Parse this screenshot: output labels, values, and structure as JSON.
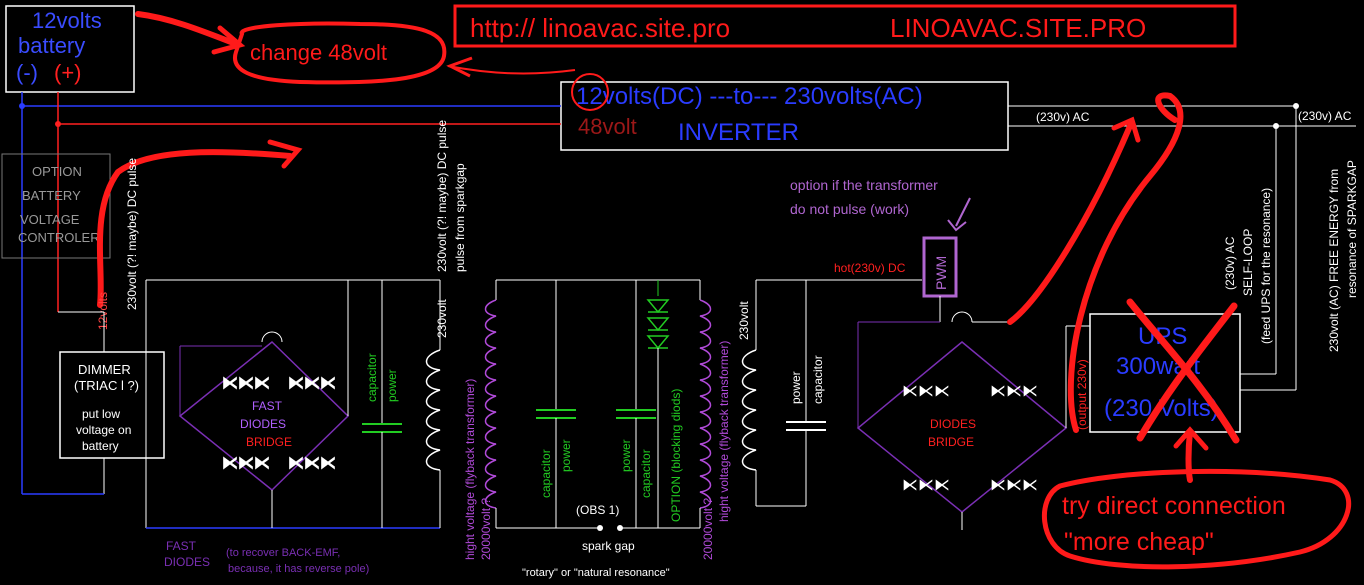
{
  "colors": {
    "background": "#000000",
    "wire": "#ffffff",
    "blue_wire": "#2a3cff",
    "red_wire": "#ff2020",
    "purple_wire": "#7a2fb4",
    "annotation_red": "#ff1a1a",
    "capacitor_green": "#22cc22",
    "coil_purple": "#b04ad8",
    "option_purple": "#b066d0",
    "dark_red": "#9c1818",
    "grey": "#999999"
  },
  "header": {
    "url": "http:// linoavac.site.pro",
    "brand": "LINOAVAC.SITE.PRO"
  },
  "battery": {
    "line1": "12volts",
    "line2": "battery",
    "minus": "(-)",
    "plus": "(+)"
  },
  "notes": {
    "change48": "change 48volt",
    "option_transformer_1": "option if  the transformer",
    "option_transformer_2": "do not pulse (work)",
    "try_direct_1": "try direct connection",
    "try_direct_2": "\"more cheap\""
  },
  "inverter": {
    "title": "12volts(DC) ---to--- 230volts(AC)",
    "alt_voltage": "48volt",
    "label": "INVERTER",
    "out1": "(230v) AC",
    "out2": "(230v) AC"
  },
  "option_controller": {
    "l1": "OPTION",
    "l2": "BATTERY",
    "l3": "VOLTAGE",
    "l4": "CONTROLER"
  },
  "labels": {
    "pulse_dc": "230volt (?! maybe) DC pulse",
    "v12": "12volts",
    "v230_left_coil": "230volt",
    "pulse_spark_1": "230volt (?! maybe) DC pulse",
    "pulse_spark_2": "pulse from sparkgap",
    "capacitor_power_1a": "capacitor",
    "capacitor_power_1b": "power",
    "hv_left_1": "hight voltage (flyback transformer)",
    "hv_left_2": "20000volt ?",
    "capacitor_power_2a": "capacitor",
    "capacitor_power_2b": "power",
    "capacitor_power_3a": "power",
    "capacitor_power_3b": "capacitor",
    "option_blocking": "OPTION (blocking diods)",
    "hv_right_1": "hight voltage (flyback transformer)",
    "hv_right_2": "20000volt ?",
    "v230_right_coil": "230volt",
    "power_capacitor_a": "power",
    "power_capacitor_b": "capacitor",
    "hot_dc": "hot(230v) DC",
    "pwm": "PWM",
    "output_230": "(output 230v)",
    "self_loop_1": "(230v) AC",
    "self_loop_2": "SELF-LOOP",
    "self_loop_3": "(feed UPS for the resonance)",
    "free_energy_1": "230volt (AC) FREE ENERGY from",
    "free_energy_2": "resonance of SPARKGAP",
    "obs": "(OBS 1)",
    "spark_gap": "spark gap",
    "rotary": "\"rotary\" or \"natural resonance\""
  },
  "dimmer": {
    "l1": "DIMMER",
    "l2": "(TRIAC l ?)",
    "l3": "put low",
    "l4": "voltage on",
    "l5": "battery"
  },
  "bridge_left": {
    "l1": "FAST",
    "l2": "DIODES",
    "l3": "BRIDGE"
  },
  "bridge_right": {
    "l1": "DIODES",
    "l2": "BRIDGE"
  },
  "fast_diodes": {
    "l1": "FAST",
    "l2": "DIODES",
    "l3": "(to recover BACK-EMF,",
    "l4": "because, it has reverse pole)"
  },
  "ups": {
    "l1": "UPS",
    "l2": "300watt",
    "l3": "(230 Volts)"
  }
}
